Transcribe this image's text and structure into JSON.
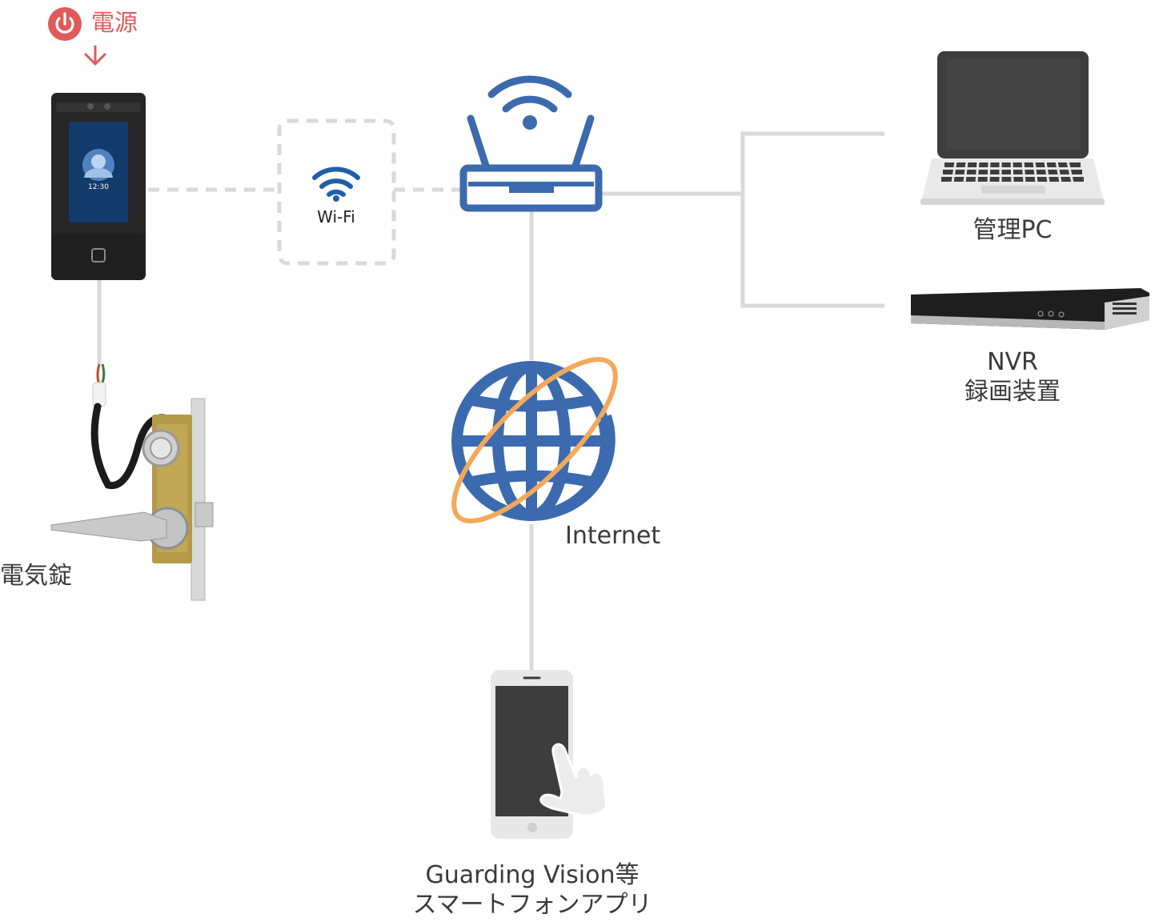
{
  "power": {
    "label": "電源",
    "color": "#e05a5a"
  },
  "wifi": {
    "label": "Wi-Fi"
  },
  "terminal": {
    "screen_time": "12:30"
  },
  "lock": {
    "label": "電気錠"
  },
  "internet": {
    "label": "Internet"
  },
  "pc": {
    "label": "管理PC"
  },
  "nvr": {
    "line1": "NVR",
    "line2": "録画装置"
  },
  "smartphone": {
    "line1": "Guarding Vision等",
    "line2": "スマートフォンアプリ"
  },
  "colors": {
    "accent_blue": "#3b6aae",
    "wifi_blue": "#1f5fa8",
    "orbit_orange": "#f4a85a",
    "line_gray": "#d9d9d9",
    "device_dark": "#3d3d3d"
  }
}
